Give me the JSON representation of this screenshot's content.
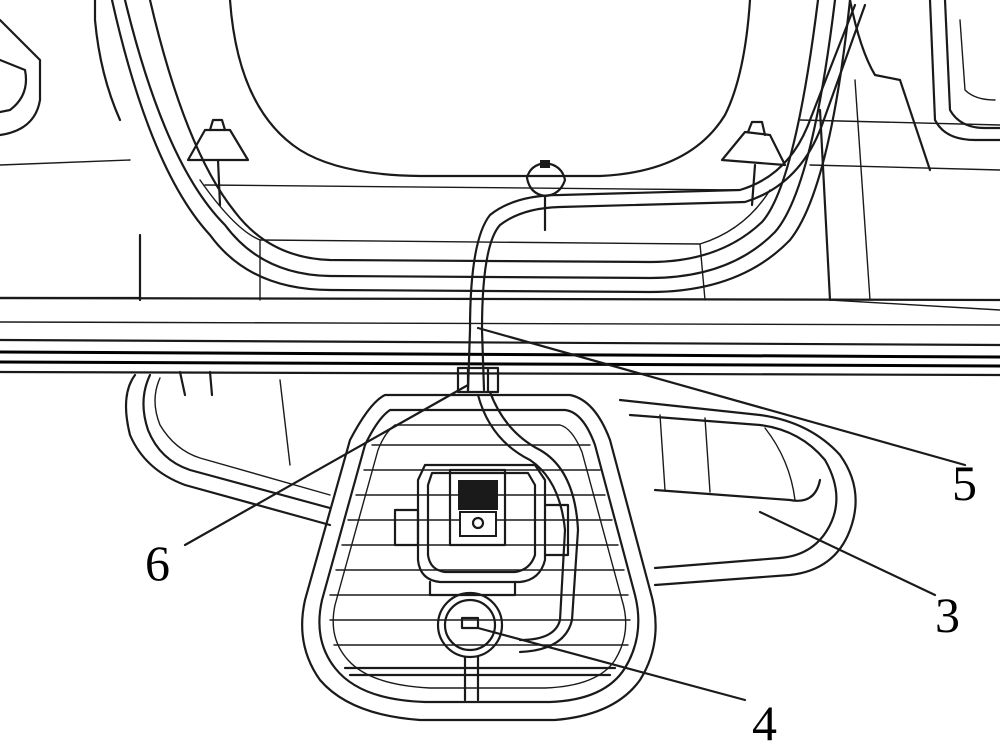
{
  "labels": {
    "part_3": "3",
    "part_4": "4",
    "part_5": "5",
    "part_6": "6"
  }
}
